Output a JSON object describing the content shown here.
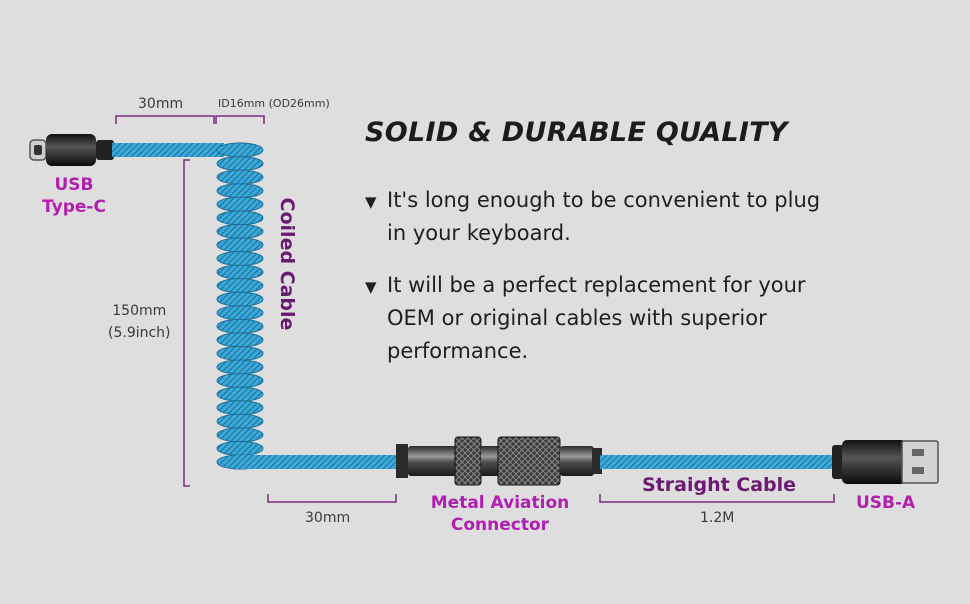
{
  "heading": "SOLID & DURABLE QUALITY",
  "bullets": [
    {
      "line1": "It's long enough to be convenient to plug",
      "line2": "in your keyboard.",
      "line3": ""
    },
    {
      "line1": "It will be a perfect replacement for your",
      "line2": "OEM or original cables with superior",
      "line3": "performance."
    }
  ],
  "bullet_symbol": "▼",
  "labels": {
    "usb_c_line1": "USB",
    "usb_c_line2": "Type-C",
    "coiled_cable": "Coiled Cable",
    "coil_length_mm": "150mm",
    "coil_length_inch": "(5.9inch)",
    "top_length": "30mm",
    "coil_diameter": "ID16mm (OD26mm)",
    "bottom_length": "30mm",
    "connector_line1": "Metal Aviation",
    "connector_line2": "Connector",
    "straight_cable": "Straight Cable",
    "straight_length": "1.2M",
    "usb_a": "USB-A"
  },
  "colors": {
    "background": "#dedede",
    "cable_blue": "#3aa8d8",
    "cable_dark": "#1d6f9a",
    "accent_purple": "#b01fb0",
    "dimension_line": "#7a2a80"
  }
}
